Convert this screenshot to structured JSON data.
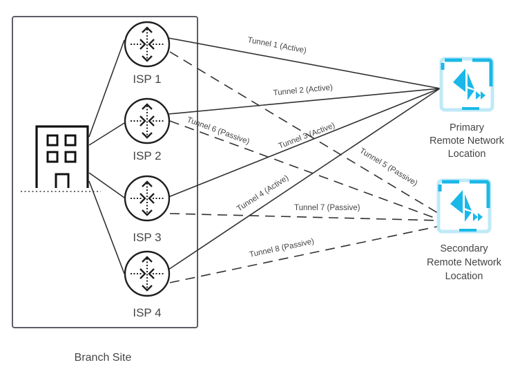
{
  "branch": {
    "label": "Branch Site",
    "building_icon": "office-building-icon"
  },
  "isps": [
    {
      "id": "isp1",
      "label": "ISP 1",
      "icon": "router-icon"
    },
    {
      "id": "isp2",
      "label": "ISP 2",
      "icon": "router-icon"
    },
    {
      "id": "isp3",
      "label": "ISP 3",
      "icon": "router-icon"
    },
    {
      "id": "isp4",
      "label": "ISP 4",
      "icon": "router-icon"
    }
  ],
  "locations": {
    "primary": {
      "line1": "Primary",
      "line2": "Remote Network",
      "line3": "Location",
      "icon": "remote-network-icon"
    },
    "secondary": {
      "line1": "Secondary",
      "line2": "Remote Network",
      "line3": "Location",
      "icon": "remote-network-icon"
    }
  },
  "tunnels": [
    {
      "label": "Tunnel 1 (Active)",
      "from": "isp1",
      "to": "primary",
      "state": "active"
    },
    {
      "label": "Tunnel 2 (Active)",
      "from": "isp2",
      "to": "primary",
      "state": "active"
    },
    {
      "label": "Tunnel 3 (Active)",
      "from": "isp3",
      "to": "primary",
      "state": "active"
    },
    {
      "label": "Tunnel 4 (Active)",
      "from": "isp4",
      "to": "primary",
      "state": "active"
    },
    {
      "label": "Tunnel 5 (Passive)",
      "from": "isp1",
      "to": "secondary",
      "state": "passive"
    },
    {
      "label": "Tunnel 6 (Passive)",
      "from": "isp2",
      "to": "secondary",
      "state": "passive"
    },
    {
      "label": "Tunnel 7 (Passive)",
      "from": "isp3",
      "to": "secondary",
      "state": "passive"
    },
    {
      "label": "Tunnel 8 (Passive)",
      "from": "isp4",
      "to": "secondary",
      "state": "passive"
    }
  ],
  "colors": {
    "line": "#2f3033",
    "text": "#444444",
    "accent": "#1ab8e8",
    "accent_light": "#bfe9f7"
  }
}
